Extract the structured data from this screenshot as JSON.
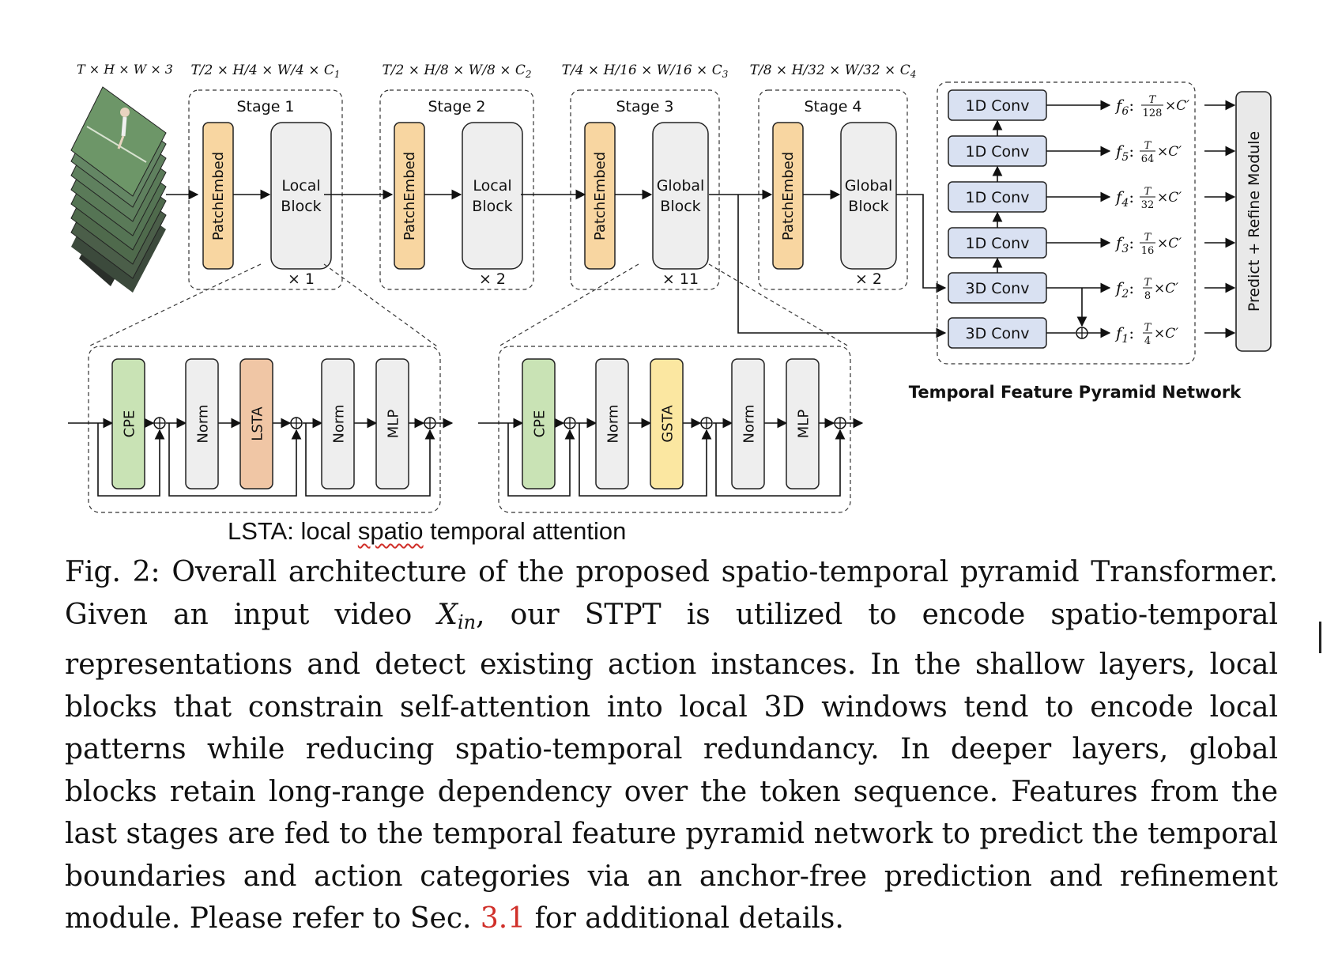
{
  "input_shape": "T × H × W × 3",
  "stages": [
    {
      "title": "Stage 1",
      "embed": "PatchEmbed",
      "block_l1": "Local",
      "block_l2": "Block",
      "repeat": "× 1",
      "shape_prefix": "T/2 × H/4 × W/4 × C",
      "shape_sub": "1"
    },
    {
      "title": "Stage 2",
      "embed": "PatchEmbed",
      "block_l1": "Local",
      "block_l2": "Block",
      "repeat": "× 2",
      "shape_prefix": "T/2 × H/8 × W/8 × C",
      "shape_sub": "2"
    },
    {
      "title": "Stage 3",
      "embed": "PatchEmbed",
      "block_l1": "Global",
      "block_l2": "Block",
      "repeat": "× 11",
      "shape_prefix": "T/4 × H/16 × W/16 × C",
      "shape_sub": "3"
    },
    {
      "title": "Stage 4",
      "embed": "PatchEmbed",
      "block_l1": "Global",
      "block_l2": "Block",
      "repeat": "× 2",
      "shape_prefix": "T/8 × H/32 × W/32 × C",
      "shape_sub": "4"
    }
  ],
  "local_block": [
    "CPE",
    "Norm",
    "LSTA",
    "Norm",
    "MLP"
  ],
  "global_block": [
    "CPE",
    "Norm",
    "GSTA",
    "Norm",
    "MLP"
  ],
  "tfpn": {
    "title": "Temporal Feature Pyramid Network",
    "convs": [
      "1D Conv",
      "1D Conv",
      "1D Conv",
      "1D Conv",
      "3D Conv",
      "3D Conv"
    ],
    "outputs": [
      {
        "name": "f6",
        "denom": "128"
      },
      {
        "name": "f5",
        "denom": "64"
      },
      {
        "name": "f4",
        "denom": "32"
      },
      {
        "name": "f3",
        "denom": "16"
      },
      {
        "name": "f2",
        "denom": "8"
      },
      {
        "name": "f1",
        "denom": "4"
      }
    ],
    "module": "Predict + Refine Module"
  },
  "annotation": {
    "before": "LSTA: local ",
    "squiggle": "spatio",
    "after": " temporal attention"
  },
  "caption": {
    "p1": "Fig. 2: Overall architecture of the proposed spatio-temporal pyramid Transformer. Given an input video ",
    "var": "X",
    "var_sub": "in",
    "p2": ", our STPT is utilized to encode spatio-temporal representations and detect existing action instances. In the shallow layers, local blocks that constrain self-attention into local 3D windows tend to encode local patterns while reducing spatio-temporal redundancy. In deeper layers, global blocks retain long-range dependency over the token sequence. Features from the last stages are fed to the temporal feature pyramid network to predict the temporal boundaries and action categories via an anchor-free prediction and refinement module. Please refer to Sec. ",
    "ref": "3.1",
    "p3": " for additional details."
  },
  "colors": {
    "patch_embed": "#f8d6a1",
    "block": "#eeeeee",
    "cpe": "#c9e3b5",
    "lsta": "#f0c6a5",
    "gsta": "#fbe7a1",
    "conv": "#d9e1f2",
    "ref": "#d0302a"
  }
}
